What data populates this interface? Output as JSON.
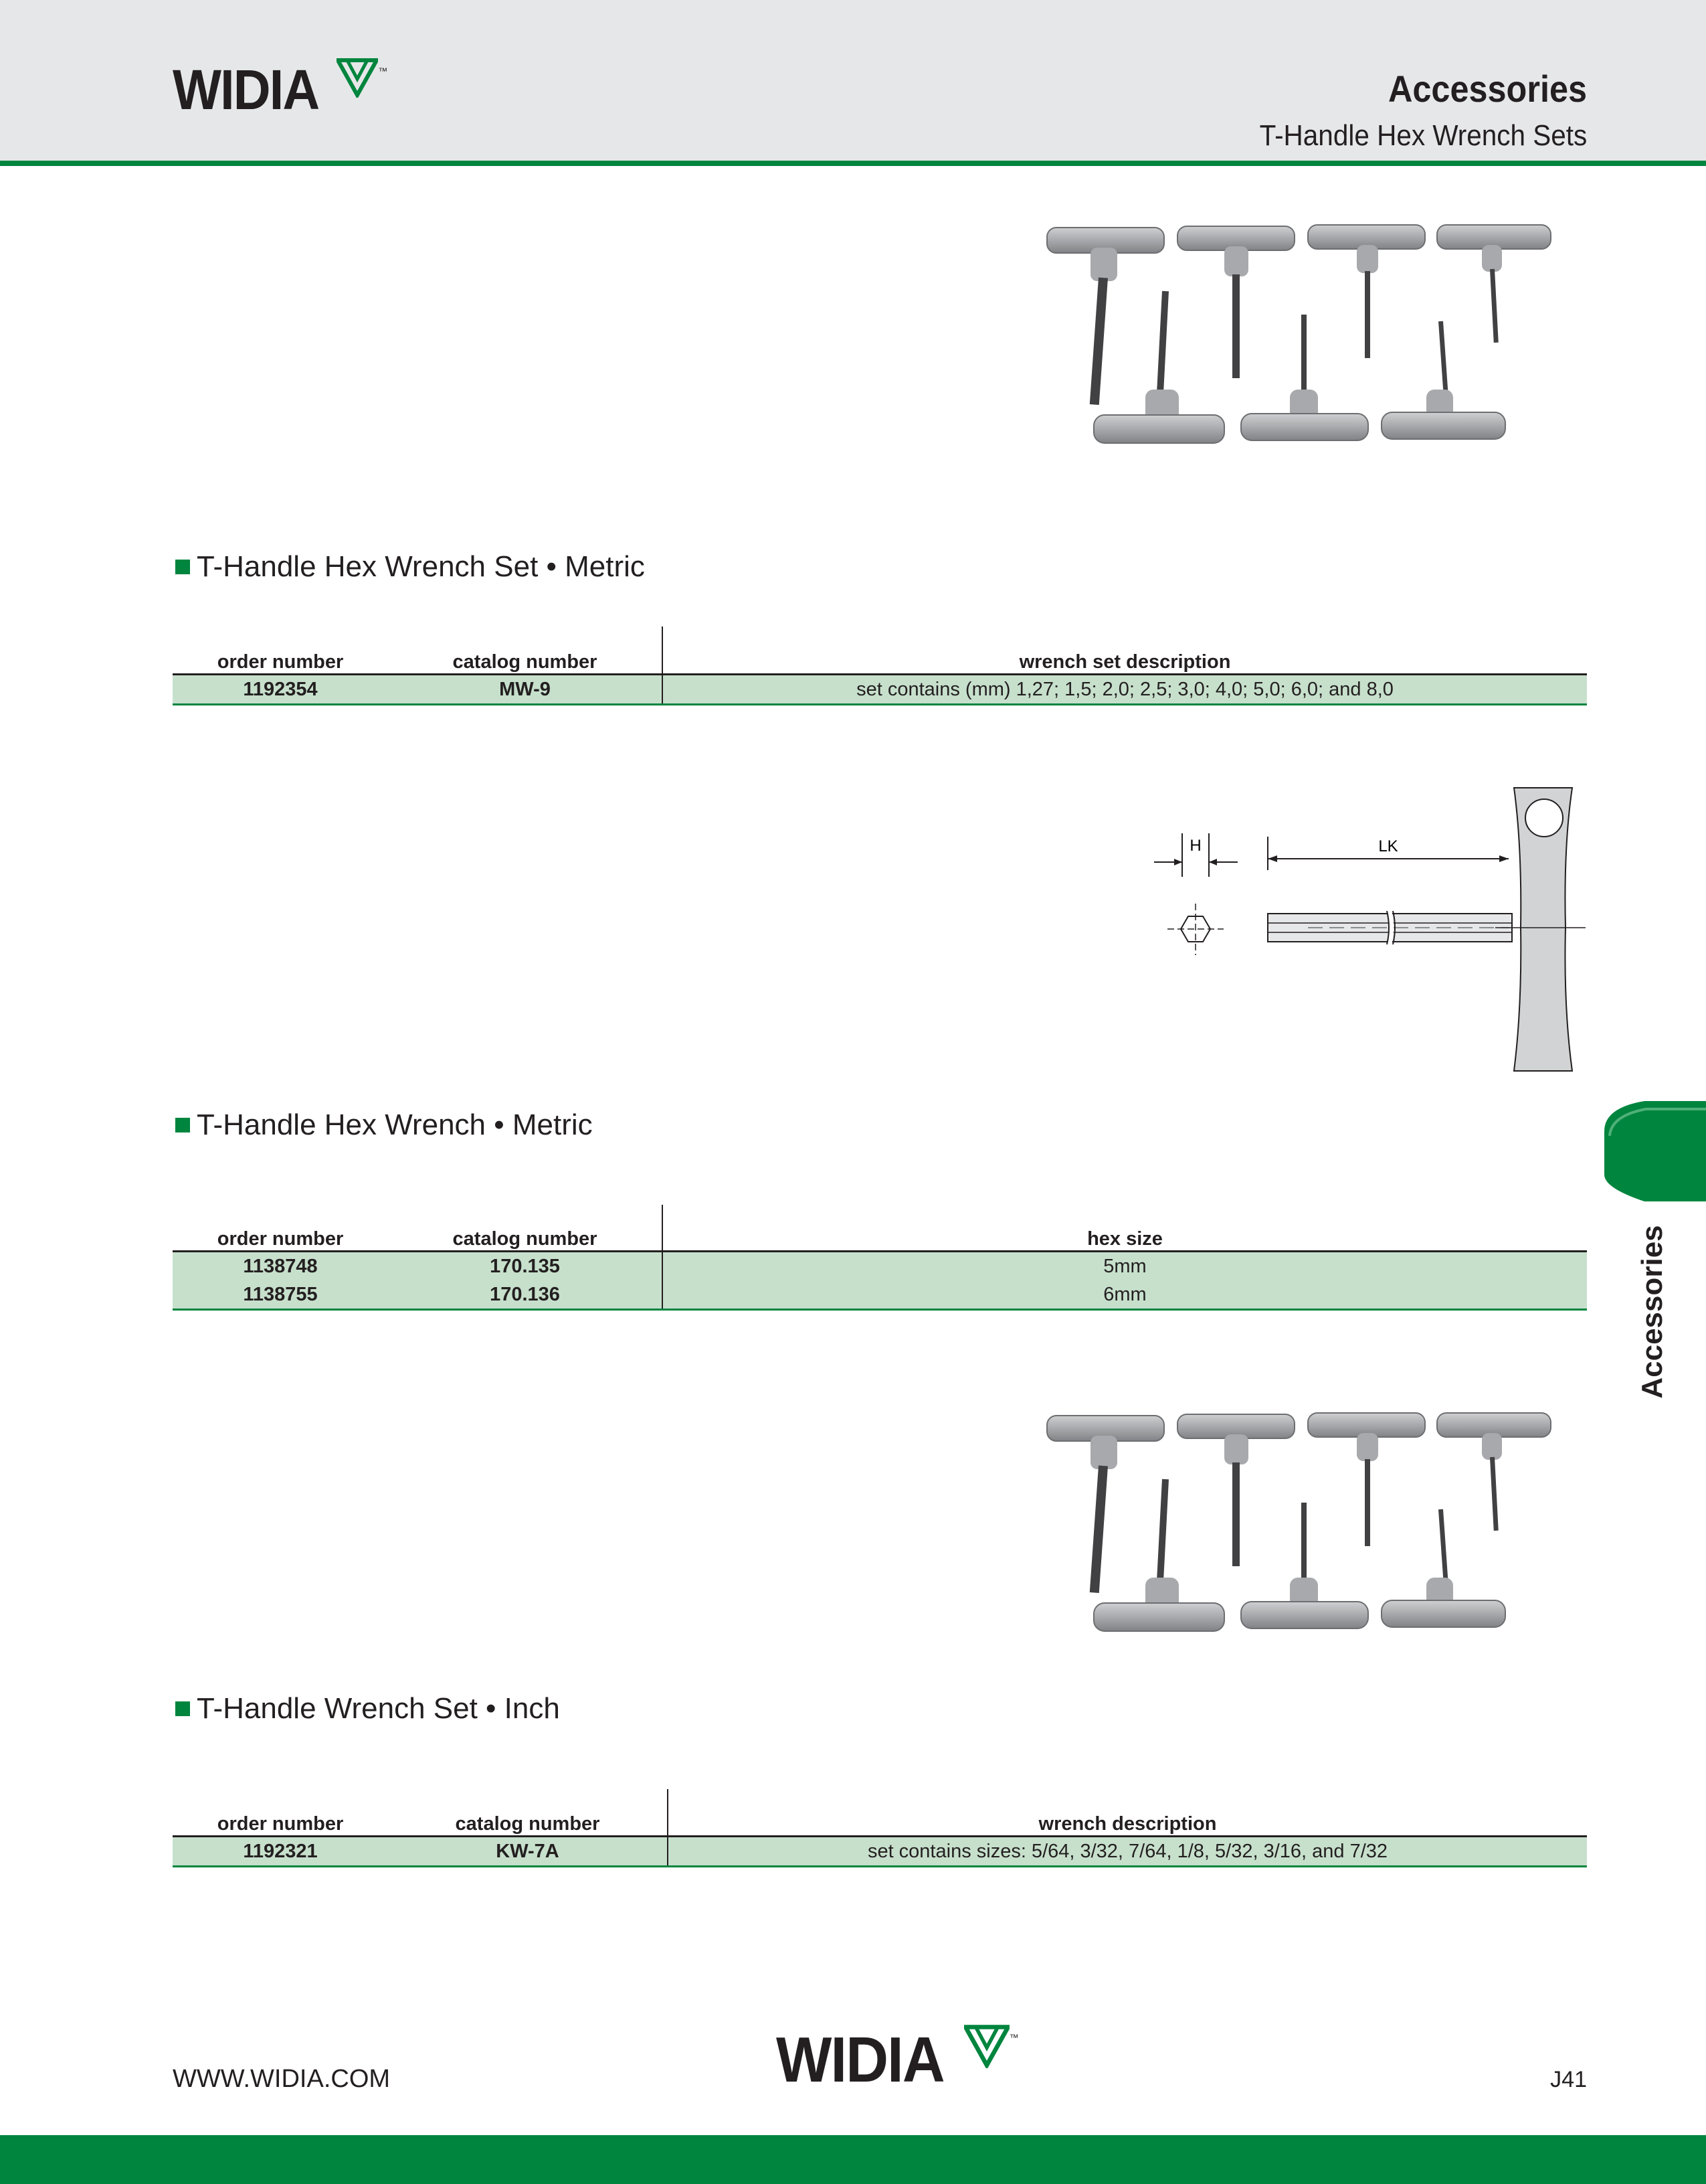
{
  "brand": {
    "name": "WIDIA",
    "tm": "™"
  },
  "header": {
    "title": "Accessories",
    "subtitle": "T-Handle Hex Wrench Sets"
  },
  "colors": {
    "brand_green": "#00853e",
    "row_fill": "#c7e0cc",
    "header_gray": "#e6e7e8"
  },
  "sections": [
    {
      "title": "T-Handle Hex Wrench Set • Metric",
      "columns": [
        "order number",
        "catalog number",
        "wrench set description"
      ],
      "rows": [
        [
          "1192354",
          "MW-9",
          "set contains (mm) 1,27; 1,5; 2,0; 2,5; 3,0; 4,0; 5,0; 6,0; and 8,0"
        ]
      ]
    },
    {
      "title": "T-Handle Hex Wrench • Metric",
      "columns": [
        "order number",
        "catalog number",
        "hex size"
      ],
      "rows": [
        [
          "1138748",
          "170.135",
          "5mm"
        ],
        [
          "1138755",
          "170.136",
          "6mm"
        ]
      ]
    },
    {
      "title": "T-Handle Wrench Set • Inch",
      "columns": [
        "order number",
        "catalog number",
        "wrench description"
      ],
      "rows": [
        [
          "1192321",
          "KW-7A",
          "set contains sizes: 5/64, 3/32, 7/64, 1/8, 5/32, 3/16, and 7/32"
        ]
      ]
    }
  ],
  "drawing": {
    "label_h": "H",
    "label_lk": "LK"
  },
  "side_tab": {
    "label": "Accessories"
  },
  "footer": {
    "url": "WWW.WIDIA.COM",
    "page": "J41"
  }
}
